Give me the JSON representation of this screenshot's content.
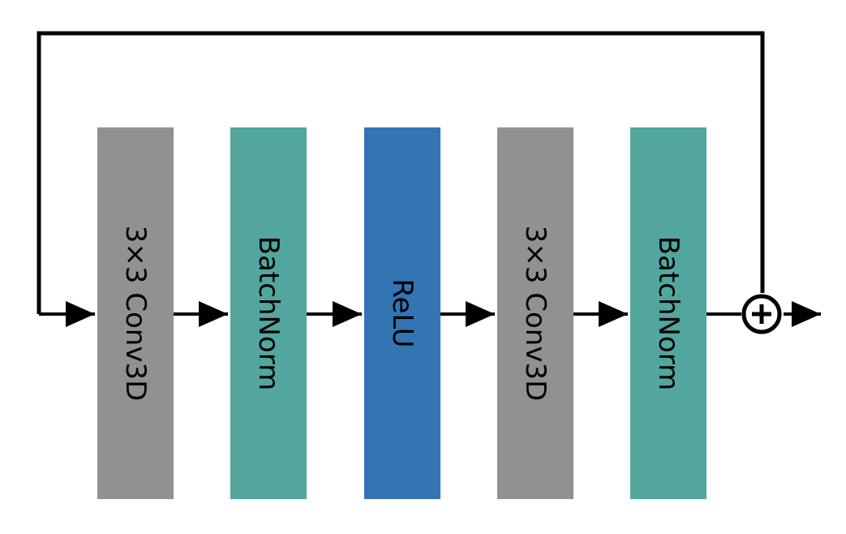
{
  "blocks": [
    {
      "label": "3×3 Conv3D",
      "color": "#919191"
    },
    {
      "label": "BatchNorm",
      "color": "#52a69d"
    },
    {
      "label": "ReLU",
      "color": "#3374b3"
    },
    {
      "label": "3×3 Conv3D",
      "color": "#919191"
    },
    {
      "label": "BatchNorm",
      "color": "#52a69d"
    }
  ],
  "line_color": "#000000",
  "add_icon": "circled-plus-icon"
}
